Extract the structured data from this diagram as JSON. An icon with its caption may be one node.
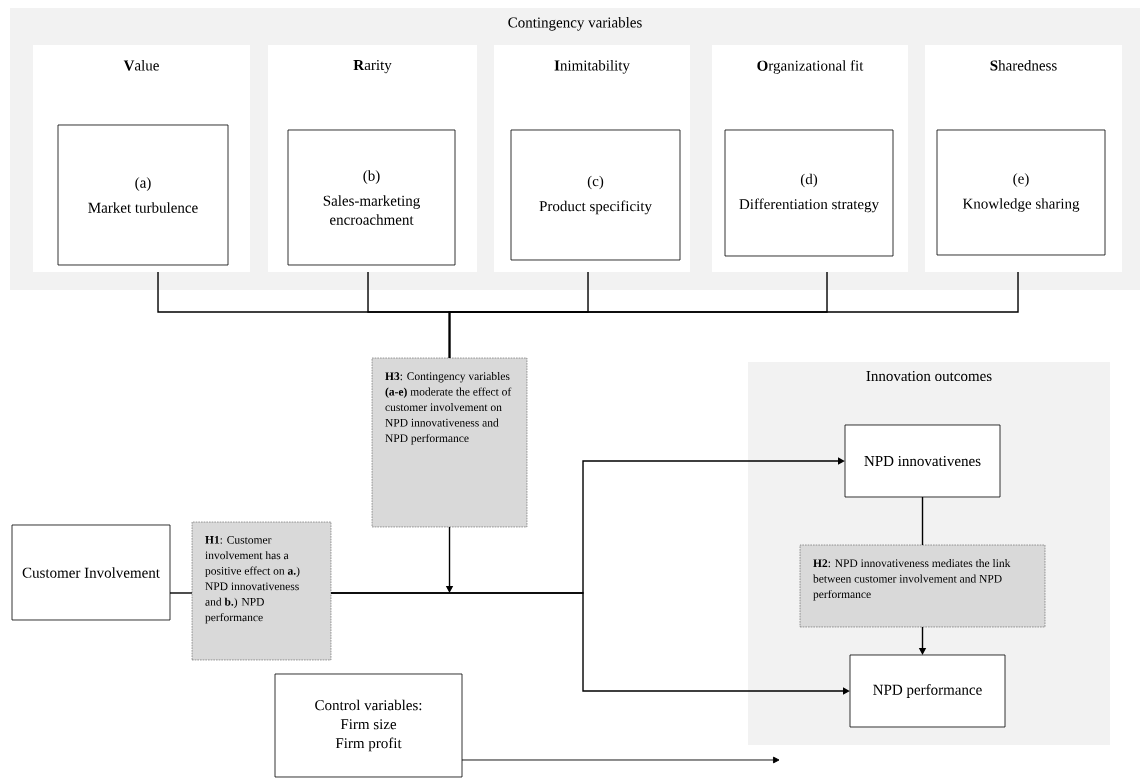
{
  "diagram": {
    "nodes": [
      {
        "text": [
          "Contingency variables"
        ]
      },
      {
        "text": [
          "**V**alue"
        ],
        "in": 0
      },
      {
        "text": [
          "(a)",
          "Market turbulence"
        ],
        "in": 1
      },
      {
        "text": [
          "**R**arity"
        ],
        "in": 0
      },
      {
        "text": [
          "(b)",
          "Sales-marketing encroachment"
        ],
        "in": 3
      },
      {
        "text": [
          "**I**nimitability"
        ],
        "in": 0
      },
      {
        "text": [
          "(c)",
          "Product specificity"
        ],
        "in": 5
      },
      {
        "text": [
          "**O**rganizational fit"
        ],
        "in": 0
      },
      {
        "text": [
          "(d)",
          "Differentiation strategy"
        ],
        "in": 7
      },
      {
        "text": [
          "**S**haredness"
        ],
        "in": 0
      },
      {
        "text": [
          "(e)",
          "Knowledge sharing"
        ],
        "in": 9
      },
      {
        "text": [
          "**H3**: Contingency variables **(a-e)** moderate the effect of customer involvement on NPD innovativeness and NPD performance"
        ]
      },
      {
        "text": [
          "Customer Involvement"
        ]
      },
      {
        "text": [
          "**H1**: Customer involvement has a positive effect on **a.**) NPD innovativeness and **b.**) NPD performance"
        ]
      },
      {
        "text": [
          "Control variables:",
          "Firm size",
          "Firm profit"
        ]
      },
      {
        "text": [
          "Innovation outcomes"
        ]
      },
      {
        "text": [
          "NPD innovativenes"
        ],
        "in": 15
      },
      {
        "text": [
          "**H2**: NPD innovativeness mediates the link between customer involvement and NPD performance"
        ],
        "in": 15
      },
      {
        "text": [
          "NPD performance"
        ],
        "in": 15
      }
    ],
    "edges": [
      {
        "from": 1,
        "to": 11,
        "arrow": "none"
      },
      {
        "from": 3,
        "to": 11,
        "arrow": "none"
      },
      {
        "from": 5,
        "to": 11,
        "arrow": "none"
      },
      {
        "from": 7,
        "to": 11,
        "arrow": "none"
      },
      {
        "from": 9,
        "to": 11,
        "arrow": "none"
      },
      {
        "from": 11,
        "to": null,
        "arrow": "to"
      },
      {
        "from": 12,
        "to": 13,
        "arrow": "none"
      },
      {
        "from": 13,
        "to": 16,
        "arrow": "to"
      },
      {
        "from": 13,
        "to": 18,
        "arrow": "to"
      },
      {
        "from": 16,
        "to": 17,
        "arrow": "none"
      },
      {
        "from": 17,
        "to": 18,
        "arrow": "to"
      },
      {
        "from": 14,
        "to": 15,
        "arrow": "to"
      }
    ]
  }
}
